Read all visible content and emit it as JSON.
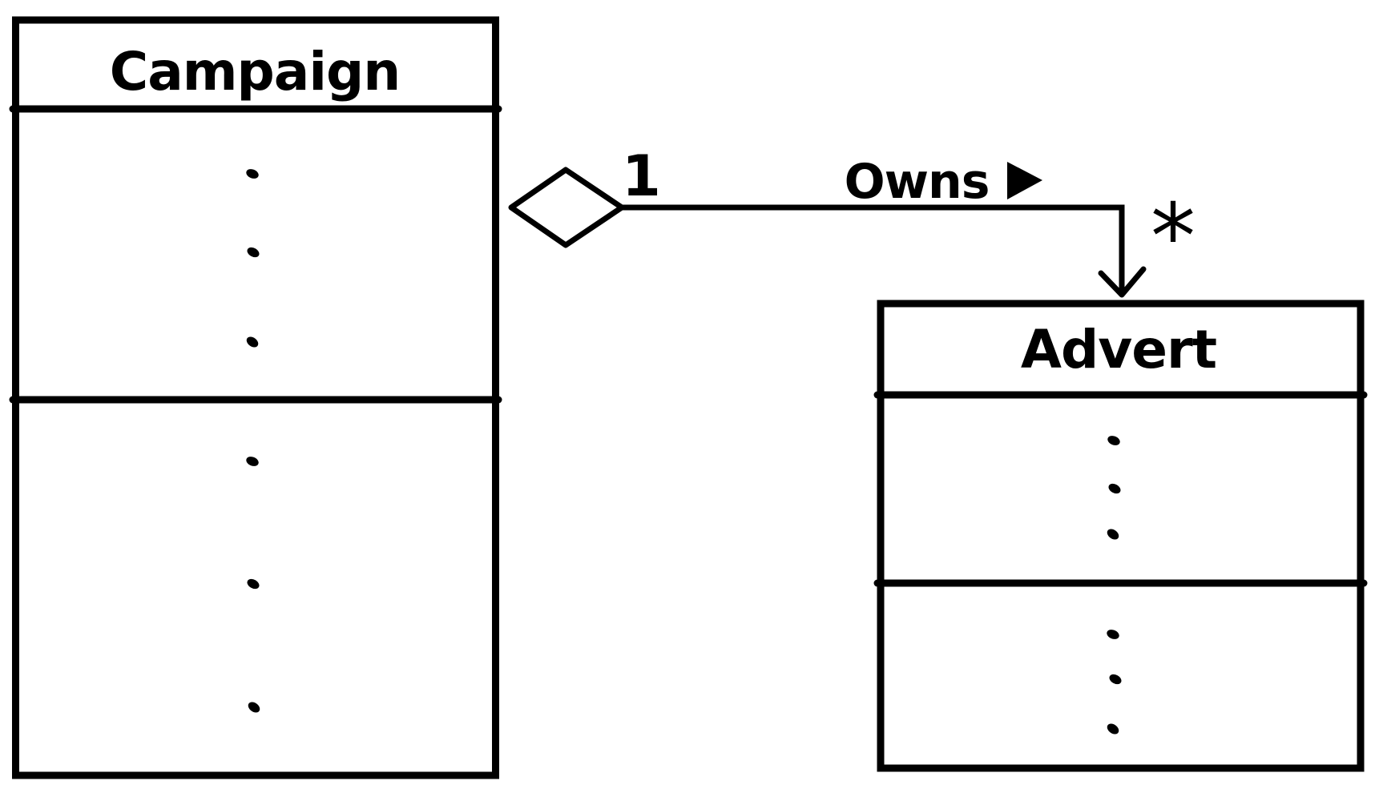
{
  "diagram": {
    "kind": "uml-class-diagram",
    "style": "hand-drawn",
    "background_color": "#ffffff",
    "ink_color": "#000000",
    "classes": [
      {
        "name": "Campaign",
        "compartments": [
          "name",
          "attributes",
          "operations"
        ],
        "attributes_placeholder_dots": 3,
        "operations_placeholder_dots": 3
      },
      {
        "name": "Advert",
        "compartments": [
          "name",
          "attributes",
          "operations"
        ],
        "attributes_placeholder_dots": 3,
        "operations_placeholder_dots": 3
      }
    ],
    "relationship": {
      "type": "aggregation",
      "label": "Owns",
      "reading_direction": "right",
      "direction_icon": "filled-right-triangle",
      "source_class": "Campaign",
      "source_marker": "hollow-diamond",
      "source_multiplicity": "1",
      "target_class": "Advert",
      "target_marker": "open-arrowhead",
      "target_multiplicity": "*"
    }
  }
}
